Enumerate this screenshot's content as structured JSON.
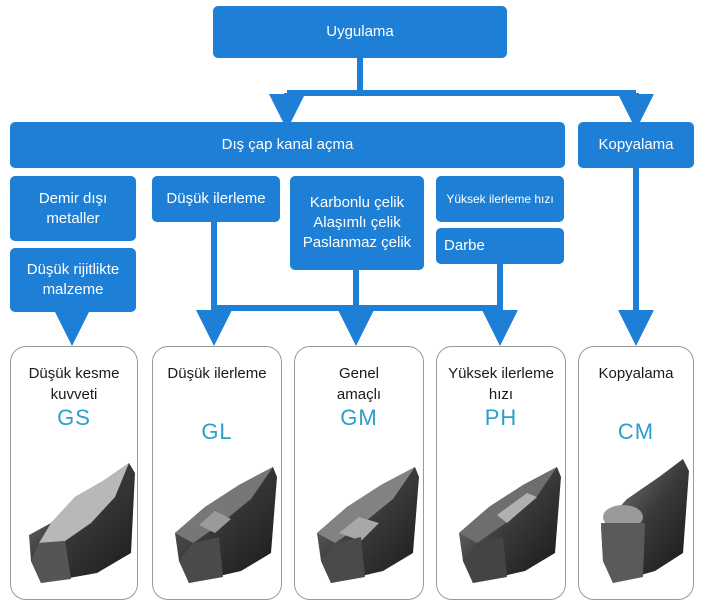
{
  "colors": {
    "accent": "#1e7fd6",
    "code_text": "#2a9fc9",
    "card_border": "#9a9a9a"
  },
  "root": {
    "label": "Uygulama"
  },
  "branches": {
    "dis_cap": "Dış çap kanal açma",
    "kopyalama": "Kopyalama"
  },
  "conditions": {
    "demir_disi": [
      "Demir dışı",
      "metaller"
    ],
    "dusuk_rijit": [
      "Düşük rijitlikte",
      "malzeme"
    ],
    "dusuk_ilerleme": "Düşük ilerleme",
    "malzemeler": [
      "Karbonlu çelik",
      "Alaşımlı çelik",
      "Paslanmaz çelik"
    ],
    "yuksek_hiz": "Yüksek ilerleme hızı",
    "darbe": "Darbe"
  },
  "cards": [
    {
      "title_lines": [
        "Düşük kesme",
        "kuvveti"
      ],
      "code": "GS",
      "icon": "insert-icon"
    },
    {
      "title_lines": [
        "Düşük ilerleme"
      ],
      "code": "GL",
      "icon": "insert-icon"
    },
    {
      "title_lines": [
        "Genel",
        "amaçlı"
      ],
      "code": "GM",
      "icon": "insert-icon"
    },
    {
      "title_lines": [
        "Yüksek ilerleme",
        "hızı"
      ],
      "code": "PH",
      "icon": "insert-icon"
    },
    {
      "title_lines": [
        "Kopyalama"
      ],
      "code": "CM",
      "icon": "insert-icon"
    }
  ]
}
